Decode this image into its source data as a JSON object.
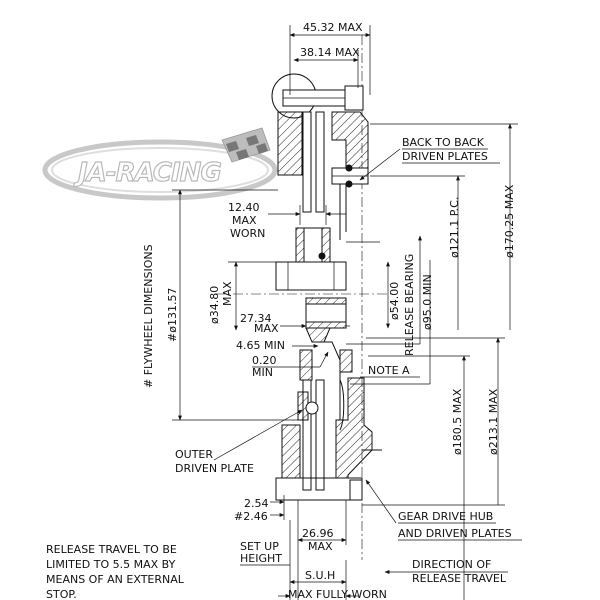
{
  "logo": {
    "text": "JA-RACING"
  },
  "dimensions": {
    "top_max": "45.32 MAX",
    "top_inner_max": "38.14 MAX",
    "worn_line1": "12.40",
    "worn_line2": "MAX",
    "worn_line3": "WORN",
    "d34_80": "ø34.80",
    "d34_max": "MAX",
    "d27_34": "27.34",
    "d27_max": "MAX",
    "d4_65": "4.65 MIN",
    "d0_20": "0.20",
    "d0_20_min": "MIN",
    "flywheel": "# FLYWHEEL DIMENSIONS",
    "flywheel_val": "#ø131.57",
    "d2_54": "2.54",
    "d2_46": "#2.46",
    "d26_96": "26.96",
    "d26_max": "MAX",
    "setup_line1": "SET UP",
    "setup_line2": "HEIGHT",
    "suh": "S.U.H",
    "max_worn": "MAX FULLY WORN",
    "d54_00": "ø54.00",
    "d95_0": "ø95.0 MIN",
    "release_bearing": "RELEASE BEARING",
    "d121_1": "ø121.1 P.C.",
    "d170_25": "ø170.25 MAX",
    "d180_5": "ø180.5 MAX",
    "d213_1": "ø213.1 MAX"
  },
  "labels": {
    "back_to_back_1": "BACK TO BACK",
    "back_to_back_2": "DRIVEN PLATES",
    "note_a": "NOTE A",
    "outer_1": "OUTER",
    "outer_2": "DRIVEN PLATE",
    "gear_1": "GEAR DRIVE HUB",
    "gear_2": "AND DRIVEN PLATES",
    "direction_1": "DIRECTION OF",
    "direction_2": "RELEASE TRAVEL"
  },
  "note": {
    "line1": "RELEASE TRAVEL TO BE",
    "line2": "LIMITED TO 5.5 MAX BY",
    "line3": "MEANS OF AN EXTERNAL",
    "line4": "STOP."
  }
}
